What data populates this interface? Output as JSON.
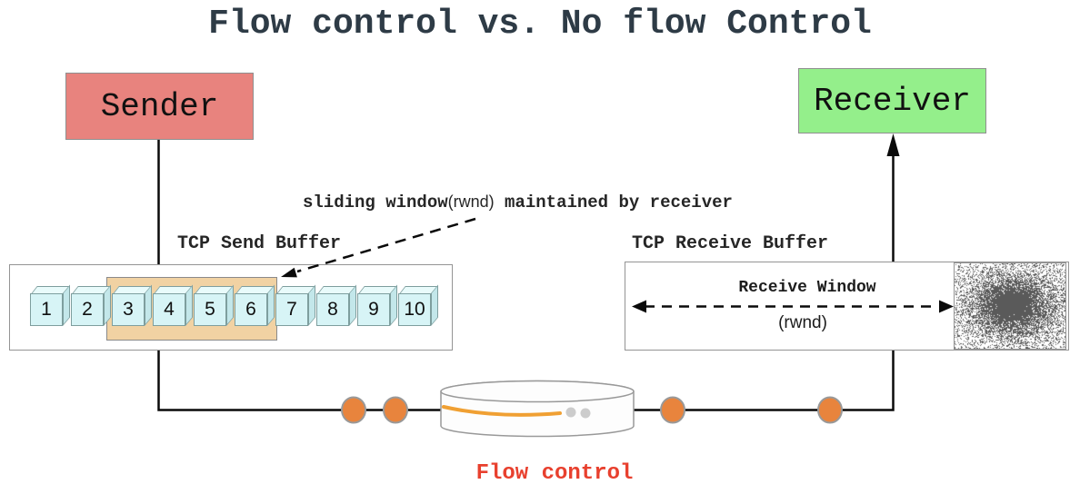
{
  "title": "Flow control vs. No flow Control",
  "sender": {
    "label": "Sender"
  },
  "receiver": {
    "label": "Receiver"
  },
  "annotation": {
    "pre": "sliding window",
    "mid": "(rwnd)",
    "post": " maintained by receiver"
  },
  "send_buffer": {
    "label": "TCP Send Buffer",
    "cells": [
      "1",
      "2",
      "3",
      "4",
      "5",
      "6",
      "7",
      "8",
      "9",
      "10"
    ],
    "window_start": 3,
    "window_end": 6
  },
  "receive_buffer": {
    "label": "TCP Receive Buffer",
    "window_label": "Receive Window",
    "window_sub": "(rwnd)"
  },
  "pipe": {
    "caption": "Flow control"
  },
  "colors": {
    "title_text": "#2e3b46",
    "sender_fill": "#e8837e",
    "receiver_fill": "#94ef8b",
    "window_fill": "#f1d2a3",
    "cell_fill": "#d7f4f6",
    "packet_fill": "#e8843d",
    "pipe_accent": "#f0a033",
    "flow_label": "#e8402e"
  }
}
